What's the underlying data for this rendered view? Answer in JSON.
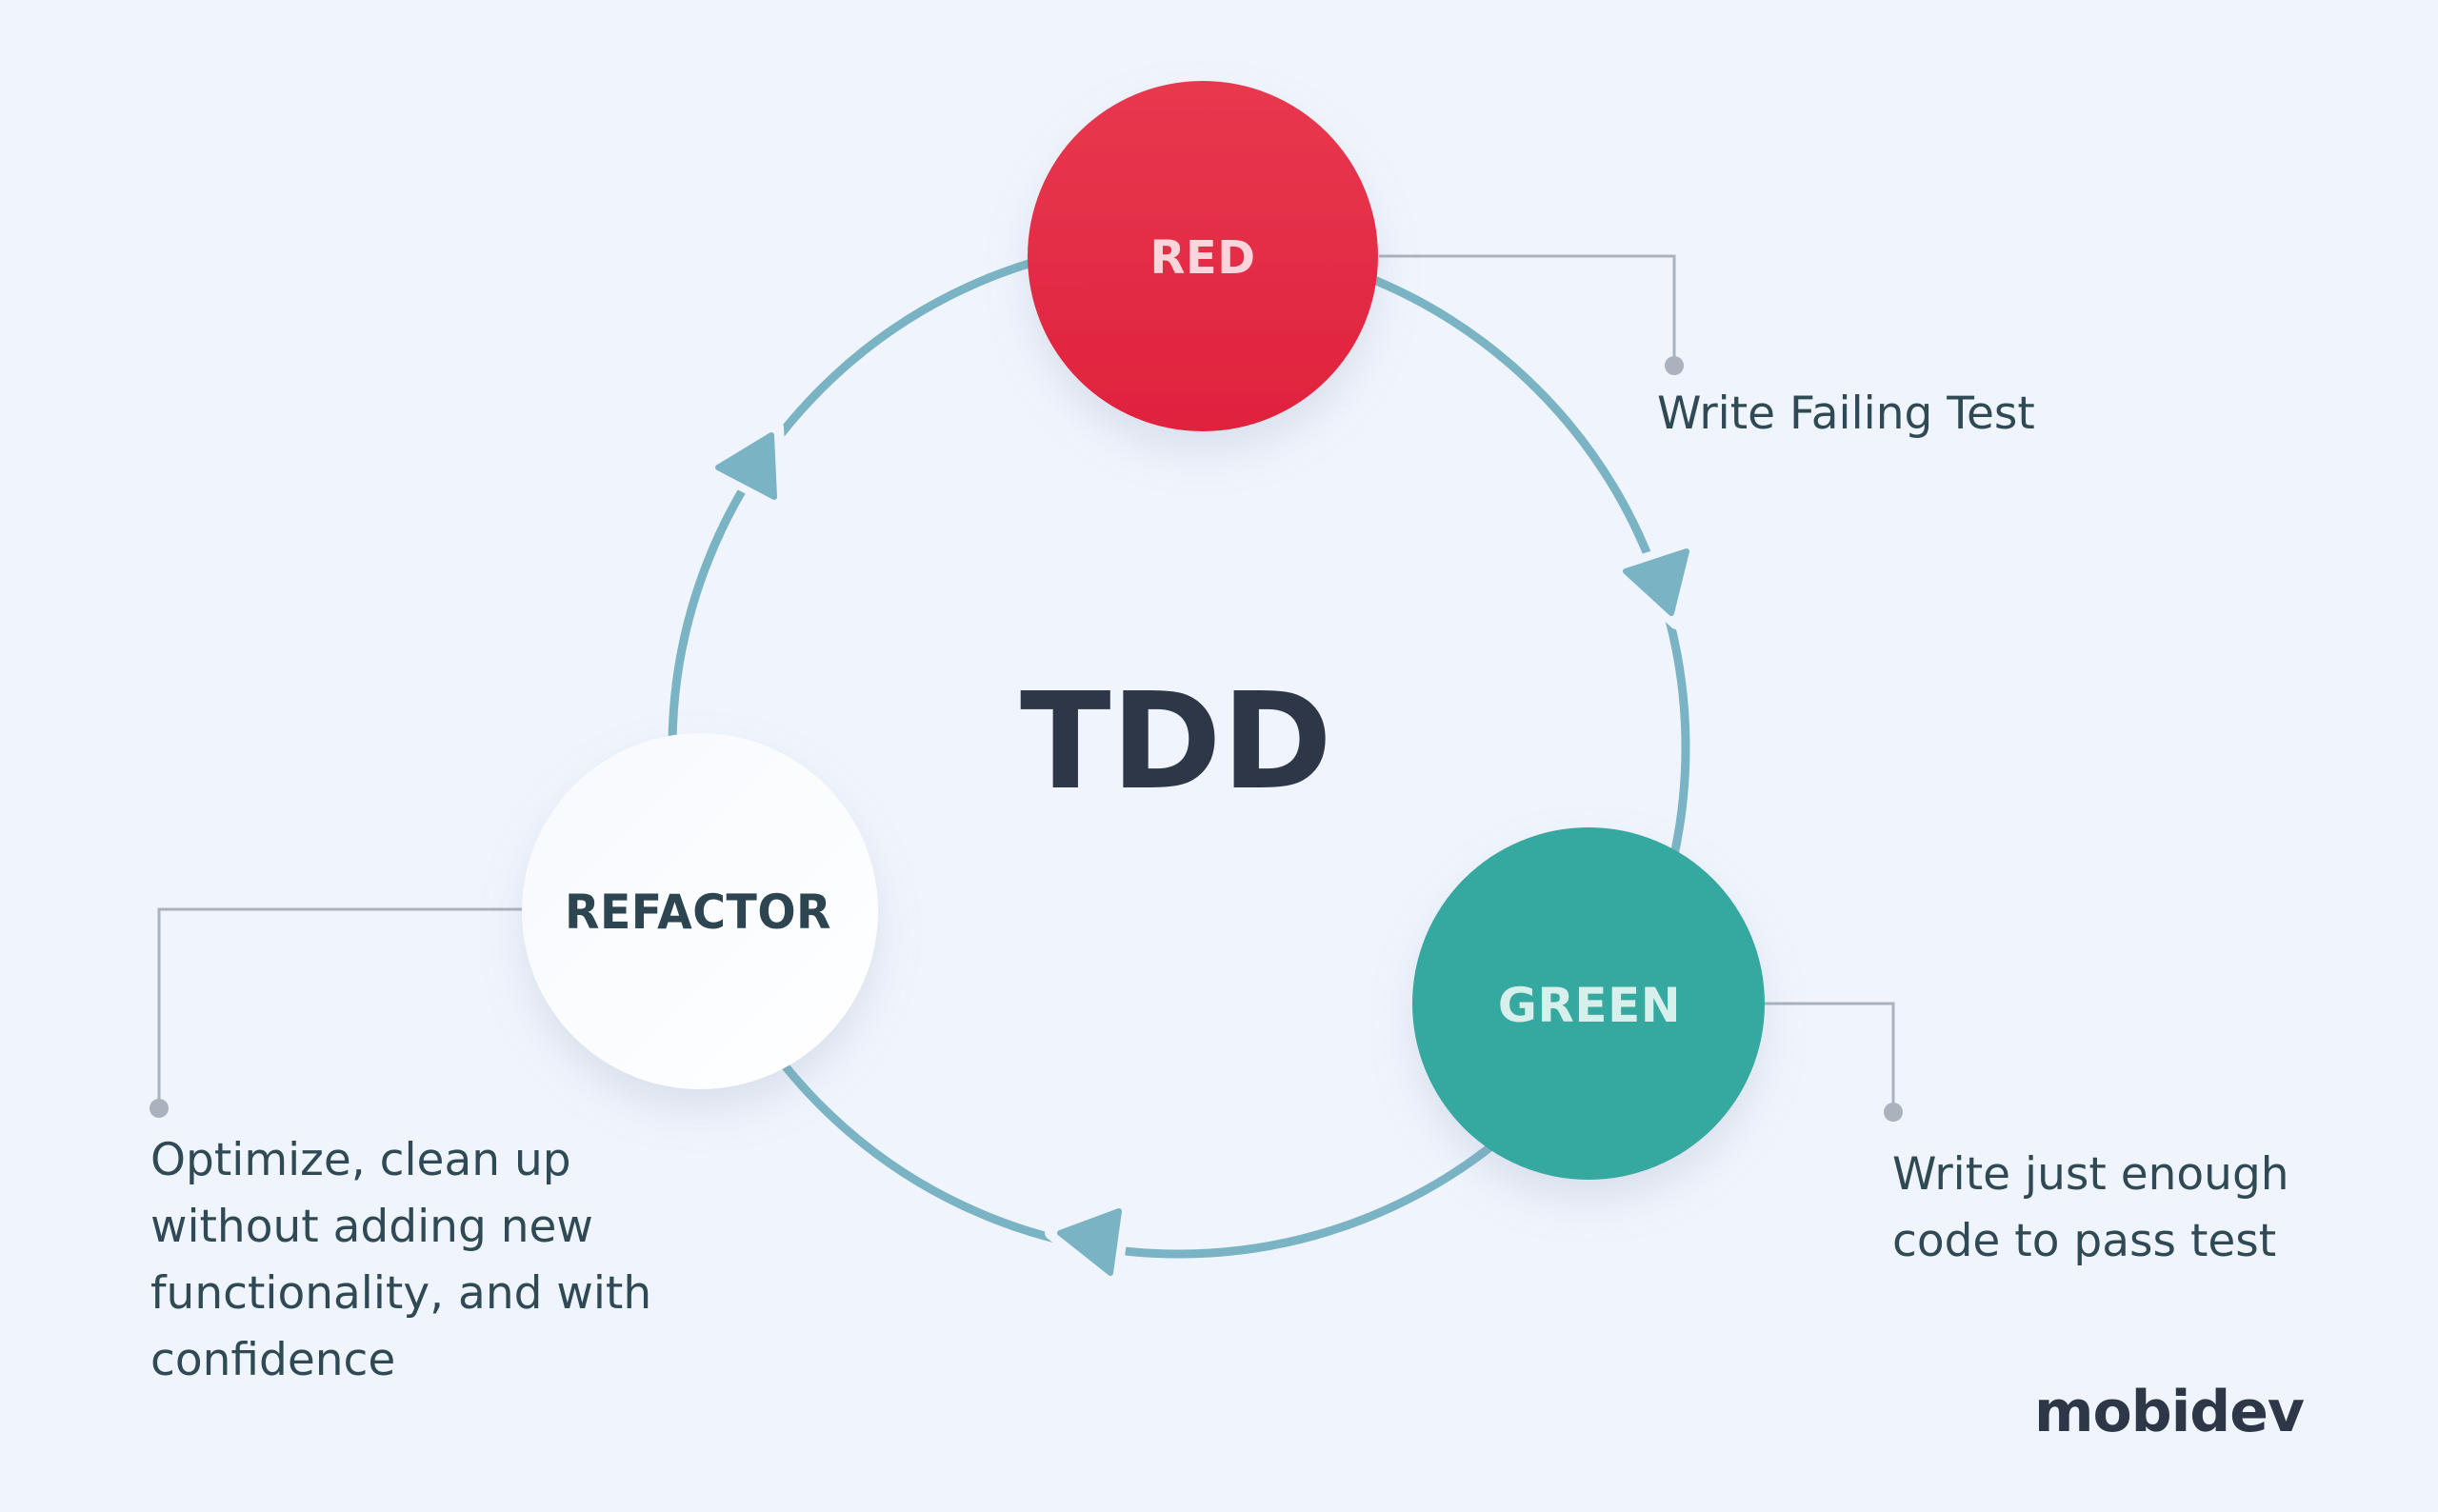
{
  "title": "TDD",
  "colors": {
    "background": "#f0f5fd",
    "cycle": "#7ab4c4",
    "connector": "#aab2bd",
    "red": "#e6304a",
    "green": "#35a8a0",
    "refactor": "#ffffff",
    "text_dark": "#2d3748"
  },
  "stages": [
    {
      "id": "red",
      "label": "RED",
      "description": "Write Failing Test"
    },
    {
      "id": "green",
      "label": "GREEN",
      "description": "Write just enough\ncode to pass test"
    },
    {
      "id": "refactor",
      "label": "REFACTOR",
      "description": "Optimize, clean up\nwithout adding new\nfunctionality, and with\nconfidence"
    }
  ],
  "cycle_direction": "clockwise",
  "logo": "mobidev"
}
